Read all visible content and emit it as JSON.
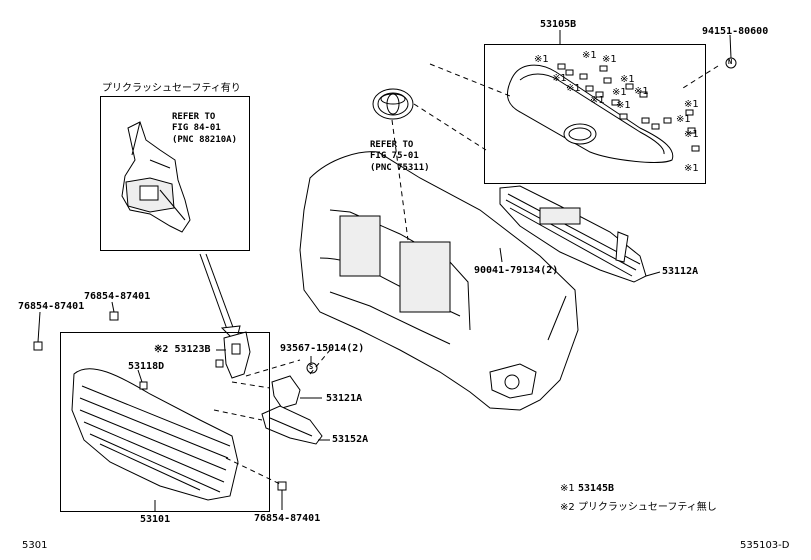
{
  "parts": {
    "p53105b": "53105B",
    "p94151": "94151-80600",
    "p53112a": "53112A",
    "p90041": "90041-79134(2)",
    "p93567": "93567-15014(2)",
    "p53121a": "53121A",
    "p53152a": "53152A",
    "p53123b": "53123B",
    "p53118d": "53118D",
    "p53101": "53101",
    "p76854_a": "76854-87401",
    "p76854_b": "76854-87401",
    "p76854_c": "76854-87401"
  },
  "markers": {
    "mark1": "※1",
    "mark2": "※2",
    "circle_n": "N",
    "circle_s": "S"
  },
  "refs": {
    "ref84": [
      "REFER TO",
      "FIG 84-01",
      "(PNC 88210A)"
    ],
    "ref75": [
      "REFER TO",
      "FIG 75-01",
      "(PNC 75311)"
    ]
  },
  "sensor_box_title": "プリクラッシュセーフティ有り",
  "notes": {
    "note1_mark": "※1",
    "note1_text": "53145B",
    "note2_mark": "※2",
    "note2_text": "プリクラッシュセーフティ無し"
  },
  "footer": {
    "left_code": "5301",
    "right_code": "535103-D"
  }
}
